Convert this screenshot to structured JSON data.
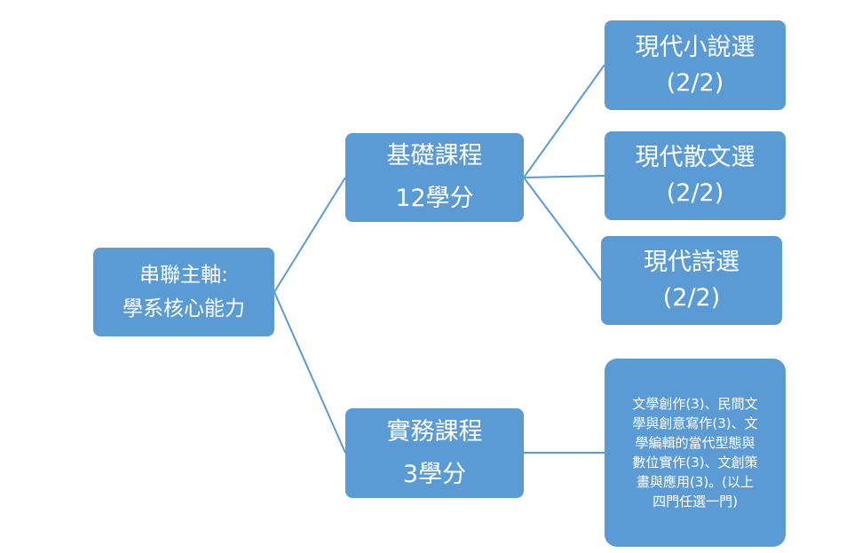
{
  "diagram": {
    "root": {
      "lines": [
        "串聯主軸:",
        "學系核心能力"
      ]
    },
    "branches": [
      {
        "lines": [
          "基礎課程",
          "12學分"
        ],
        "children": [
          {
            "lines": [
              "現代小說選",
              "(2/2)"
            ]
          },
          {
            "lines": [
              "現代散文選",
              "(2/2)"
            ]
          },
          {
            "lines": [
              "現代詩選",
              "(2/2)"
            ]
          }
        ]
      },
      {
        "lines": [
          "實務課程",
          "3學分"
        ],
        "children": [
          {
            "text": "文學創作(3)、民間文\n學與創意寫作(3)、文\n學編輯的當代型態與\n數位實作(3)、文創策\n畫與應用(3)。(以上\n四門任選一門)"
          }
        ]
      }
    ],
    "colors": {
      "node_fill": "#5b9bd5",
      "connector": "#5b9bd5",
      "text": "#ffffff",
      "background": "#ffffff"
    }
  }
}
